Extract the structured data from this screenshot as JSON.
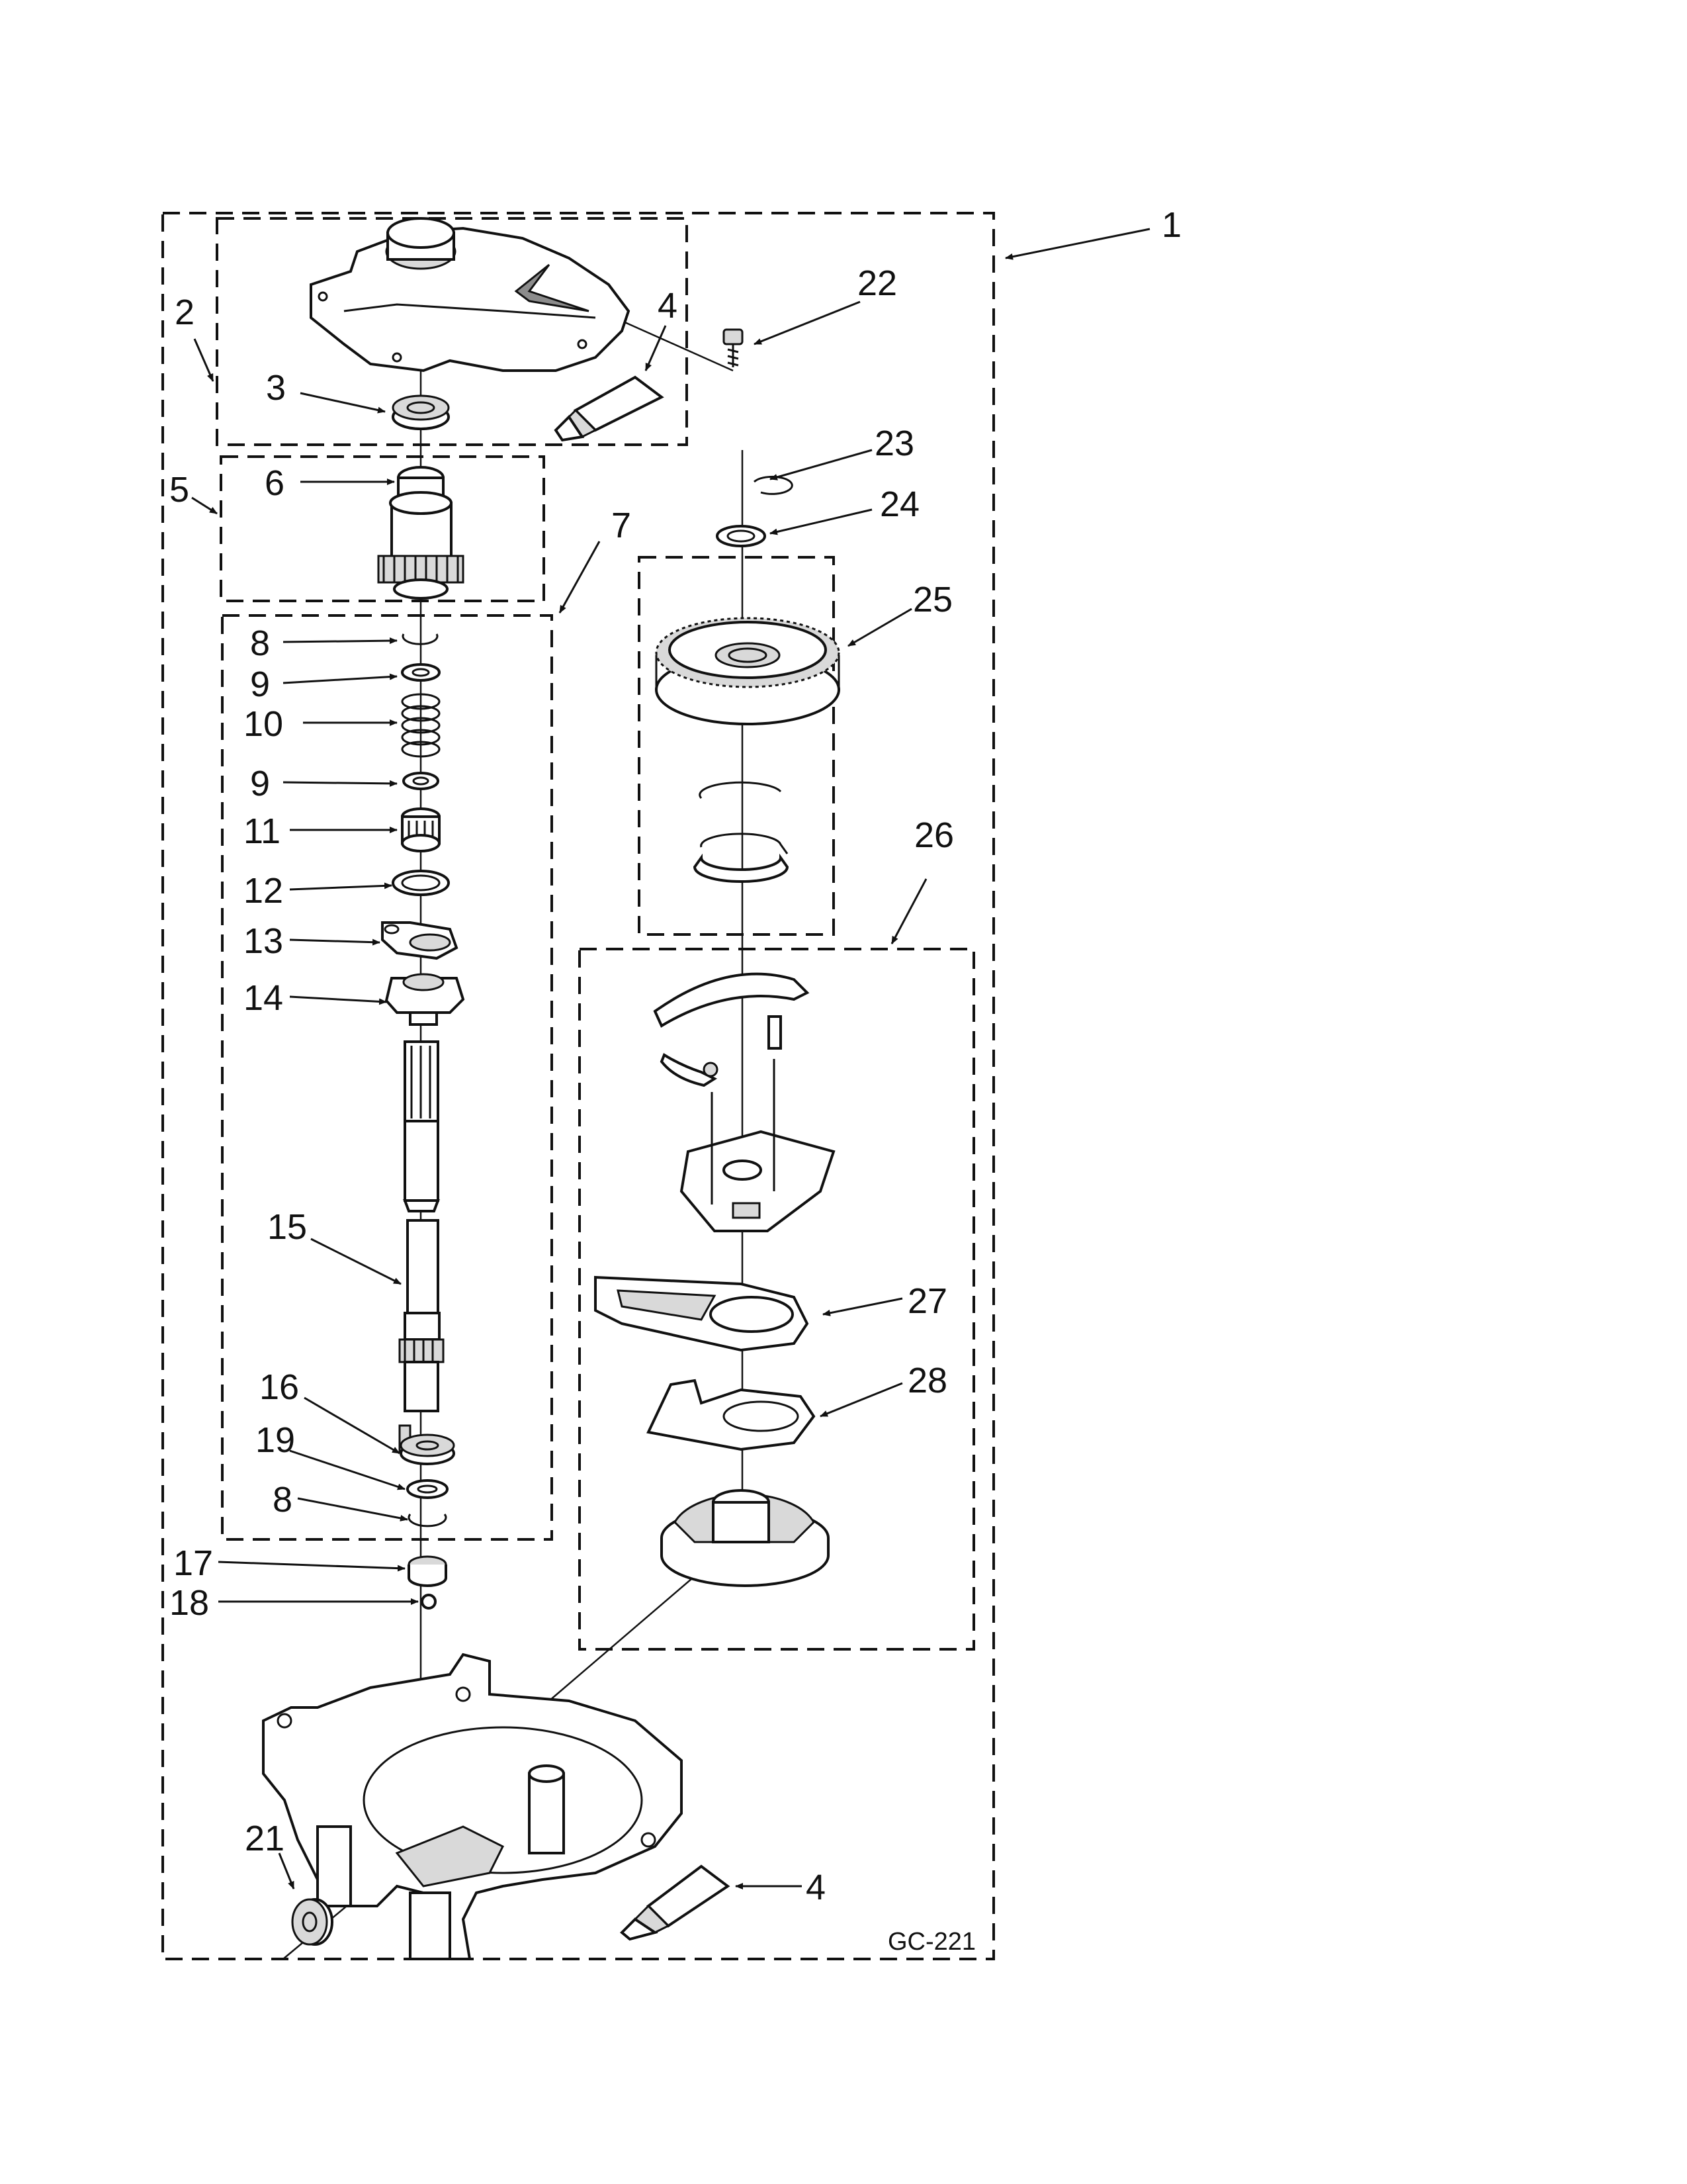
{
  "callouts": {
    "c1": "1",
    "c2": "2",
    "c3": "3",
    "c4a": "4",
    "c4b": "4",
    "c5": "5",
    "c6": "6",
    "c7": "7",
    "c8a": "8",
    "c8b": "8",
    "c9a": "9",
    "c9b": "9",
    "c10": "10",
    "c11": "11",
    "c12": "12",
    "c13": "13",
    "c14": "14",
    "c15": "15",
    "c16": "16",
    "c17": "17",
    "c18": "18",
    "c19": "19",
    "c21": "21",
    "c22": "22",
    "c23": "23",
    "c24": "24",
    "c25": "25",
    "c26": "26",
    "c27": "27",
    "c28": "28"
  },
  "diagram_code": "GC-221"
}
